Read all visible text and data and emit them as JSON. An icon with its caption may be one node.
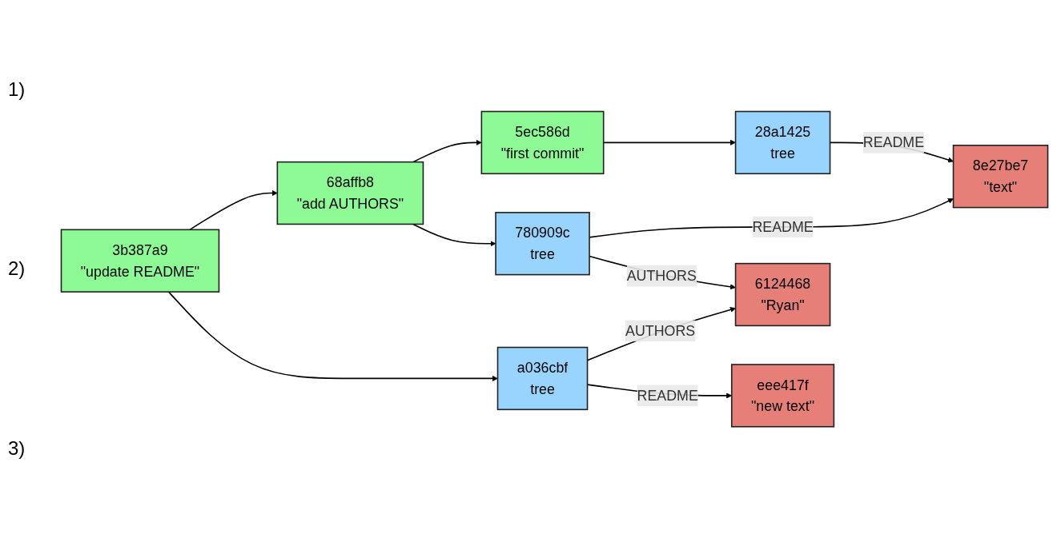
{
  "diagram": {
    "nodes": [
      {
        "text": [
          "5ec586d",
          "\"first commit\""
        ]
      },
      {
        "text": [
          "28a1425",
          "tree"
        ]
      },
      {
        "text": [
          "8e27be7",
          "\"text\""
        ]
      },
      {
        "text": [
          "68affb8",
          "\"add AUTHORS\""
        ]
      },
      {
        "text": [
          "780909c",
          "tree"
        ]
      },
      {
        "text": [
          "6124468",
          "\"Ryan\""
        ]
      },
      {
        "text": [
          "3b387a9",
          "\"update README\""
        ]
      },
      {
        "text": [
          "a036cbf",
          "tree"
        ]
      },
      {
        "text": [
          "eee417f",
          "\"new text\""
        ]
      }
    ],
    "edges": [
      {
        "from": 0,
        "to": 1,
        "arrow": "to"
      },
      {
        "from": 1,
        "to": 2,
        "arrow": "to",
        "label": "README"
      },
      {
        "from": 3,
        "to": 0,
        "arrow": "to"
      },
      {
        "from": 3,
        "to": 4,
        "arrow": "to"
      },
      {
        "from": 4,
        "to": 2,
        "arrow": "to",
        "label": "README"
      },
      {
        "from": 4,
        "to": 5,
        "arrow": "to",
        "label": "AUTHORS"
      },
      {
        "from": 6,
        "to": 3,
        "arrow": "to"
      },
      {
        "from": 6,
        "to": 7,
        "arrow": "to"
      },
      {
        "from": 7,
        "to": 5,
        "arrow": "to",
        "label": "AUTHORS"
      },
      {
        "from": 7,
        "to": 8,
        "arrow": "to",
        "label": "README"
      }
    ],
    "labels": [
      "1)",
      "2)",
      "3)"
    ]
  }
}
